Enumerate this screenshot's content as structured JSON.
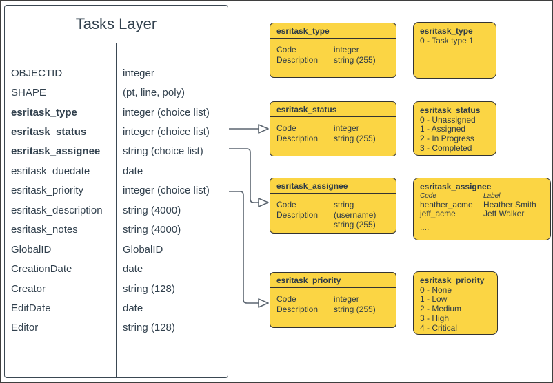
{
  "table": {
    "title": "Tasks Layer",
    "fields": [
      {
        "name": "OBJECTID",
        "type": "integer",
        "bold": false
      },
      {
        "name": "SHAPE",
        "type": "(pt, line, poly)",
        "bold": false
      },
      {
        "name": "esritask_type",
        "type": "integer (choice list)",
        "bold": true
      },
      {
        "name": "esritask_status",
        "type": "integer (choice list)",
        "bold": true
      },
      {
        "name": "esritask_assignee",
        "type": "string (choice list)",
        "bold": true
      },
      {
        "name": "esritask_duedate",
        "type": "date",
        "bold": false
      },
      {
        "name": "esritask_priority",
        "type": "integer (choice list)",
        "bold": false
      },
      {
        "name": "esritask_description",
        "type": "string (4000)",
        "bold": false
      },
      {
        "name": "esritask_notes",
        "type": "string (4000)",
        "bold": false
      },
      {
        "name": "GlobalID",
        "type": "GlobalID",
        "bold": false
      },
      {
        "name": "CreationDate",
        "type": "date",
        "bold": false
      },
      {
        "name": "Creator",
        "type": "string (128)",
        "bold": false
      },
      {
        "name": "EditDate",
        "type": "date",
        "bold": false
      },
      {
        "name": "Editor",
        "type": "string (128)",
        "bold": false
      }
    ]
  },
  "schema_boxes": [
    {
      "title": "esritask_type",
      "rows": [
        {
          "field": "Code",
          "type": "integer"
        },
        {
          "field": "Description",
          "type": "string (255)"
        }
      ]
    },
    {
      "title": "esritask_status",
      "rows": [
        {
          "field": "Code",
          "type": "integer"
        },
        {
          "field": "Description",
          "type": "string (255)"
        }
      ]
    },
    {
      "title": "esritask_assignee",
      "rows": [
        {
          "field": "Code",
          "type": "string (username)"
        },
        {
          "field": "Description",
          "type": "string (255)"
        }
      ]
    },
    {
      "title": "esritask_priority",
      "rows": [
        {
          "field": "Code",
          "type": "integer"
        },
        {
          "field": "Description",
          "type": "string (255)"
        }
      ]
    }
  ],
  "domain_boxes": [
    {
      "title": "esritask_type",
      "values": [
        "0 - Task type 1"
      ]
    },
    {
      "title": "esritask_status",
      "values": [
        "0 - Unassigned",
        "1 - Assigned",
        "2 - In Progress",
        "3 - Completed"
      ]
    },
    {
      "title": "esritask_assignee",
      "columns": [
        "Code",
        "Label"
      ],
      "entries": [
        [
          "heather_acme",
          "Heather Smith"
        ],
        [
          "jeff_acme",
          "Jeff Walker"
        ]
      ],
      "more": "...."
    },
    {
      "title": "esritask_priority",
      "values": [
        "0 - None",
        "1 - Low",
        "2 - Medium",
        "3 - High",
        "4 - Critical"
      ]
    }
  ],
  "connectors": [
    {
      "from": "esritask_status",
      "to": "esritask_status schema box"
    },
    {
      "from": "esritask_assignee",
      "to": "esritask_assignee schema box"
    },
    {
      "from": "esritask_priority",
      "to": "esritask_priority schema box"
    }
  ],
  "colors": {
    "box_fill": "#FBD544",
    "box_border": "#333333",
    "table_border": "#3A4752",
    "text": "#32414E",
    "connector": "#5B6570"
  }
}
